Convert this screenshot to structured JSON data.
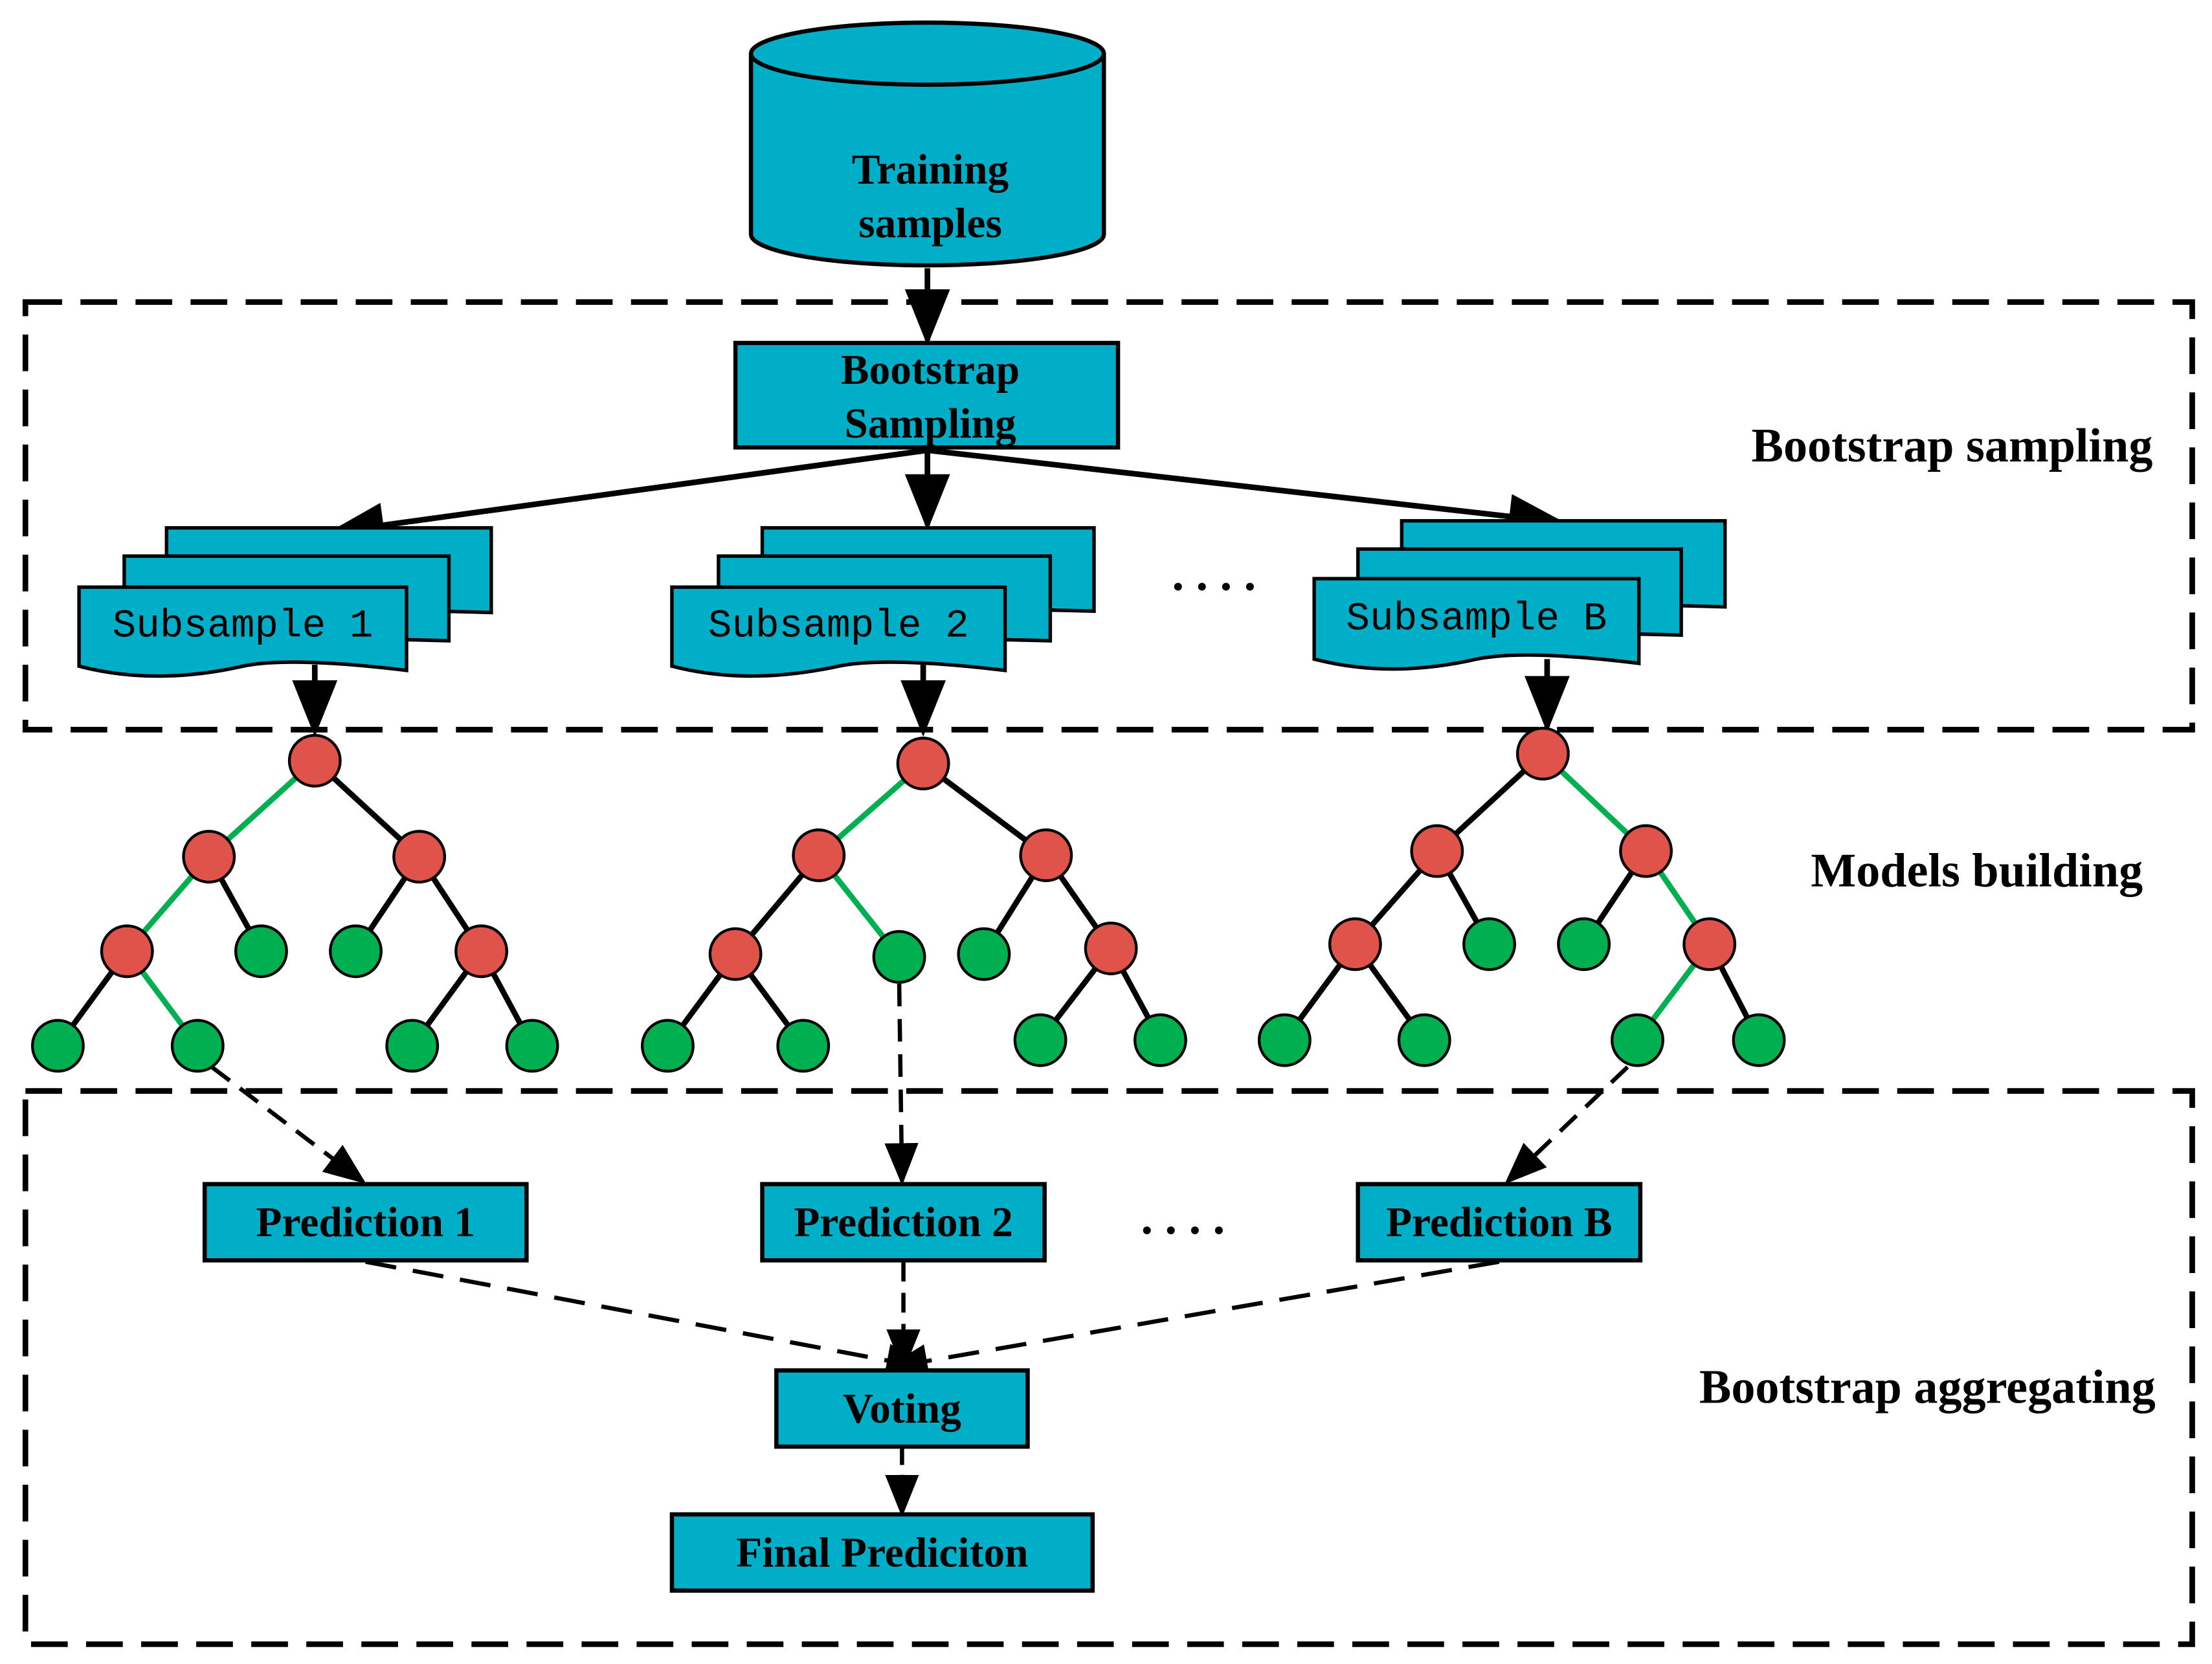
{
  "colors": {
    "box_fill": "#00AEC8",
    "outline": "#000000",
    "inner_node": "#E0534A",
    "leaf_node": "#00B050",
    "path_edge": "#00B050",
    "edge": "#000000"
  },
  "training": {
    "line1": "Training",
    "line2": "samples"
  },
  "bootstrap_box": {
    "line1": "Bootstrap",
    "line2": "Sampling"
  },
  "subsamples": [
    {
      "label": "Subsample 1"
    },
    {
      "label": "Subsample 2"
    },
    {
      "label": "Subsample B"
    }
  ],
  "ellipsis": ". . . .",
  "predictions": [
    {
      "label": "Prediction 1"
    },
    {
      "label": "Prediction 2"
    },
    {
      "label": "Prediction B"
    }
  ],
  "voting": "Voting",
  "final": "Final Prediciton",
  "sections": {
    "sampling": "Bootstrap sampling",
    "building": "Models building",
    "aggregating": "Bootstrap aggregating"
  }
}
